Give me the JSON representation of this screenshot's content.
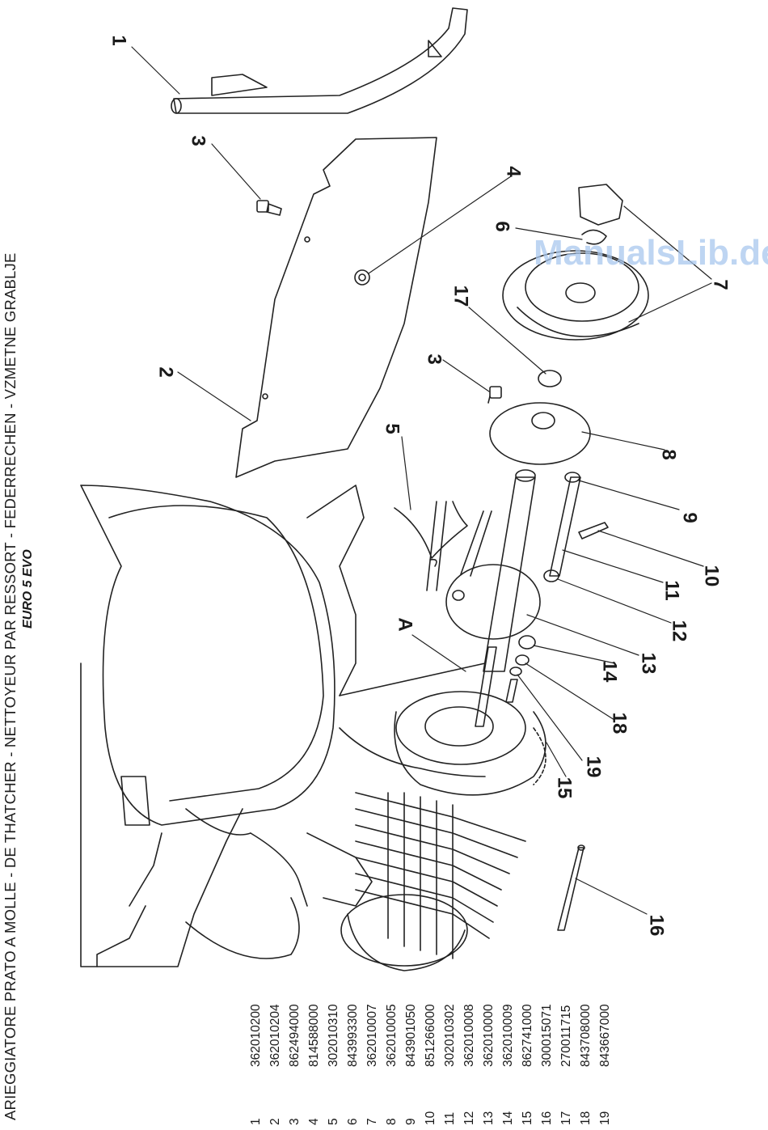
{
  "header": {
    "title": "ARIEGGIATORE PRATO A MOLLE - DE THATCHER - NETTOYEUR PAR RESSORT - FEDERRECHEN - VZMETNE GRABLJE",
    "subtitle": "EURO 5 EVO"
  },
  "watermark": "ManualsLib.de",
  "parts": [
    {
      "no": "1",
      "code": "362010200"
    },
    {
      "no": "2",
      "code": "362010204"
    },
    {
      "no": "3",
      "code": "862494000"
    },
    {
      "no": "4",
      "code": "814588000"
    },
    {
      "no": "5",
      "code": "302010310"
    },
    {
      "no": "6",
      "code": "843993300"
    },
    {
      "no": "7",
      "code": "362010007"
    },
    {
      "no": "8",
      "code": "362010005"
    },
    {
      "no": "9",
      "code": "843901050"
    },
    {
      "no": "10",
      "code": "851266000"
    },
    {
      "no": "11",
      "code": "302010302"
    },
    {
      "no": "12",
      "code": "362010008"
    },
    {
      "no": "13",
      "code": "362010000"
    },
    {
      "no": "14",
      "code": "362010009"
    },
    {
      "no": "15",
      "code": "862741000"
    },
    {
      "no": "16",
      "code": "300015071"
    },
    {
      "no": "17",
      "code": "270011715"
    },
    {
      "no": "18",
      "code": "843708000"
    },
    {
      "no": "19",
      "code": "843667000"
    }
  ],
  "callouts": {
    "c1": "1",
    "c2": "2",
    "c3a": "3",
    "c3b": "3",
    "c4": "4",
    "c5": "5",
    "c6": "6",
    "c7": "7",
    "c8": "8",
    "c9": "9",
    "c10": "10",
    "c11": "11",
    "c12": "12",
    "c13": "13",
    "c14": "14",
    "c15": "15",
    "c16": "16",
    "c17": "17",
    "c18": "18",
    "c19": "19",
    "cA": "A"
  }
}
